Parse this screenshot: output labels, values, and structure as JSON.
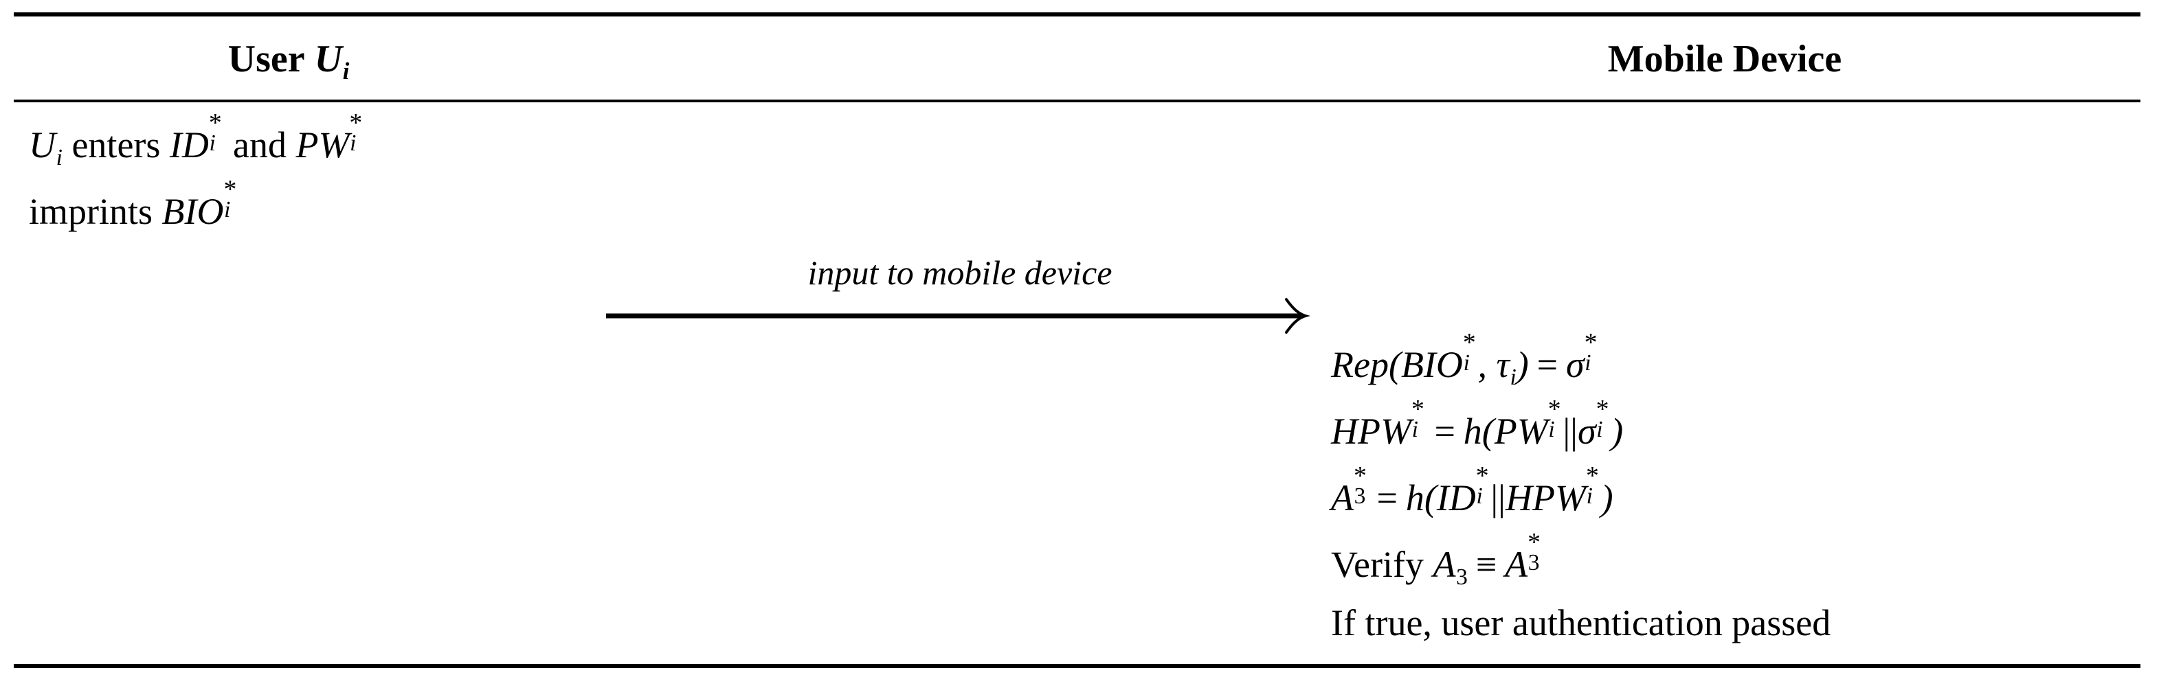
{
  "figure": {
    "type": "protocol-sequence-table",
    "columns": [
      {
        "id": "user",
        "header": "User U_i"
      },
      {
        "id": "device",
        "header": "Mobile Device"
      }
    ],
    "rules": [
      "top",
      "header-separator",
      "bottom"
    ]
  },
  "headers": {
    "user": {
      "text": "User",
      "symbol": "U",
      "subscript": "i"
    },
    "device": {
      "text": "Mobile Device"
    }
  },
  "user_column": {
    "line1": {
      "plain": "U_i enters ID*_i and PW*_i",
      "parts": {
        "u": "U",
        "u_sub": "i",
        "enters": "enters",
        "id": "ID",
        "id_star": "*",
        "id_sub": "i",
        "and": "and",
        "pw": "PW",
        "pw_star": "*",
        "pw_sub": "i"
      }
    },
    "line2": {
      "plain": "imprints BIO*_i",
      "parts": {
        "imprints": "imprints",
        "bio": "BIO",
        "bio_star": "*",
        "bio_sub": "i"
      }
    }
  },
  "arrow": {
    "label": "input to mobile device",
    "direction": "left-to-right",
    "head": "open-barbed"
  },
  "device_column": {
    "line1": {
      "plain": "Rep(BIO*_i, tau_i) = sigma*_i",
      "parts": {
        "rep": "Rep",
        "lparen": "(",
        "bio": "BIO",
        "bio_star": "*",
        "bio_sub": "i",
        "comma": ",",
        "tau": "τ",
        "tau_sub": "i",
        "rparen": ")",
        "eq": "=",
        "sigma": "σ",
        "sigma_star": "*",
        "sigma_sub": "i"
      }
    },
    "line2": {
      "plain": "HPW*_i = h(PW*_i || sigma*_i)",
      "parts": {
        "hpw": "HPW",
        "hpw_star": "*",
        "hpw_sub": "i",
        "eq": "=",
        "h": "h",
        "lparen": "(",
        "pw": "PW",
        "pw_star": "*",
        "pw_sub": "i",
        "concat": "||",
        "sigma": "σ",
        "sigma_star": "*",
        "sigma_sub": "i",
        "rparen": ")"
      }
    },
    "line3": {
      "plain": "A*_3 = h(ID*_i || HPW*_i)",
      "parts": {
        "a": "A",
        "a_star": "*",
        "a_sub": "3",
        "eq": "=",
        "h": "h",
        "lparen": "(",
        "id": "ID",
        "id_star": "*",
        "id_sub": "i",
        "concat": "||",
        "hpw": "HPW",
        "hpw_star": "*",
        "hpw_sub": "i",
        "rparen": ")"
      }
    },
    "line4": {
      "plain": "Verify A_3 = A*_3",
      "parts": {
        "verify": "Verify",
        "a": "A",
        "a_sub": "3",
        "equiv": "≡",
        "a2": "A",
        "a2_star": "*",
        "a2_sub": "3"
      }
    },
    "line5": {
      "plain": "If true, user authentication passed",
      "text": "If true, user authentication passed"
    }
  },
  "colors": {
    "background": "#ffffff",
    "text": "#000000",
    "rule": "#000000"
  }
}
